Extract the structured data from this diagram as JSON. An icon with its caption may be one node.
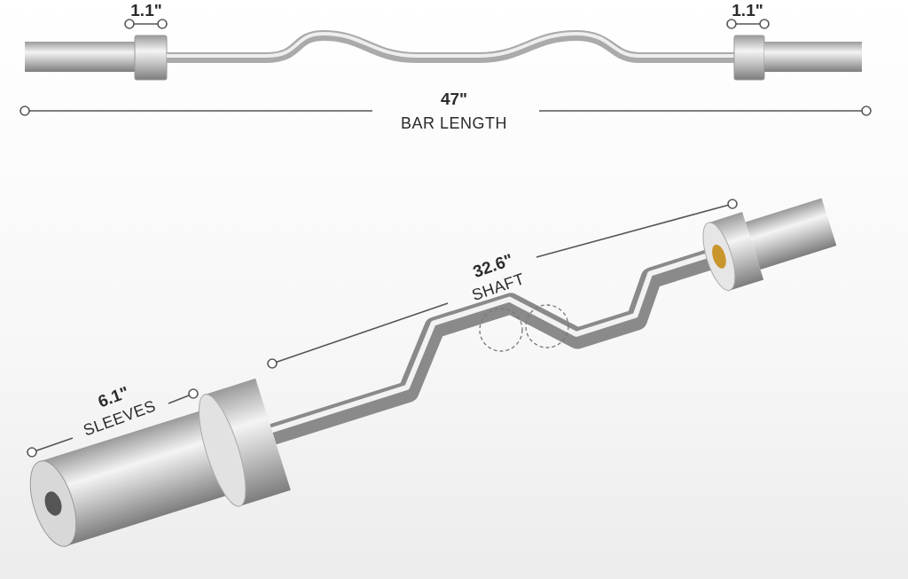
{
  "diagram": {
    "labels": [
      "1.1\"",
      "1.1\"",
      "47\"",
      "BAR LENGTH",
      "32.6\"",
      "SHAFT",
      "6.1\"",
      "SLEEVES"
    ]
  }
}
